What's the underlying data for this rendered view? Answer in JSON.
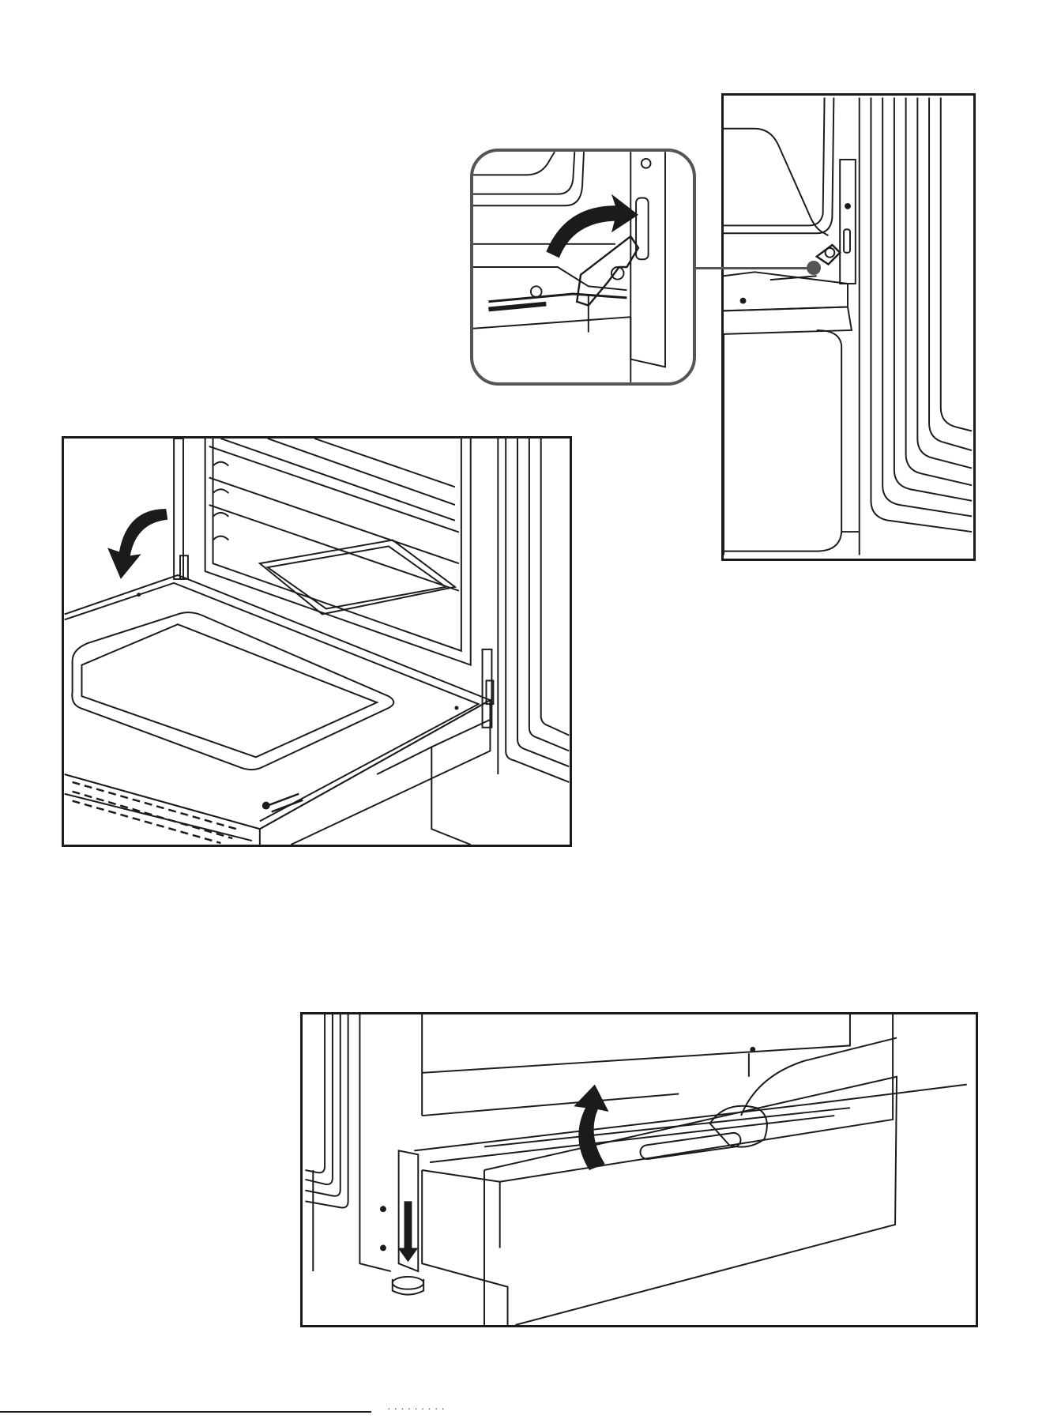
{
  "figures": {
    "hinge_detail": {
      "name": "Hinge lock detail view"
    },
    "hinge_zoom": {
      "name": "Hinge lock magnified callout"
    },
    "oven_door": {
      "name": "Oven with open door"
    },
    "drawer": {
      "name": "Warming drawer removal"
    }
  },
  "icons": [
    "curved-arrow-icon",
    "callout-dot-icon",
    "down-arrow-icon"
  ],
  "colors": {
    "stroke": "#1b1b1b",
    "callout": "#555555",
    "background": "#ffffff"
  },
  "footer": {
    "text": "· · · ·  · ·    · · ·"
  }
}
